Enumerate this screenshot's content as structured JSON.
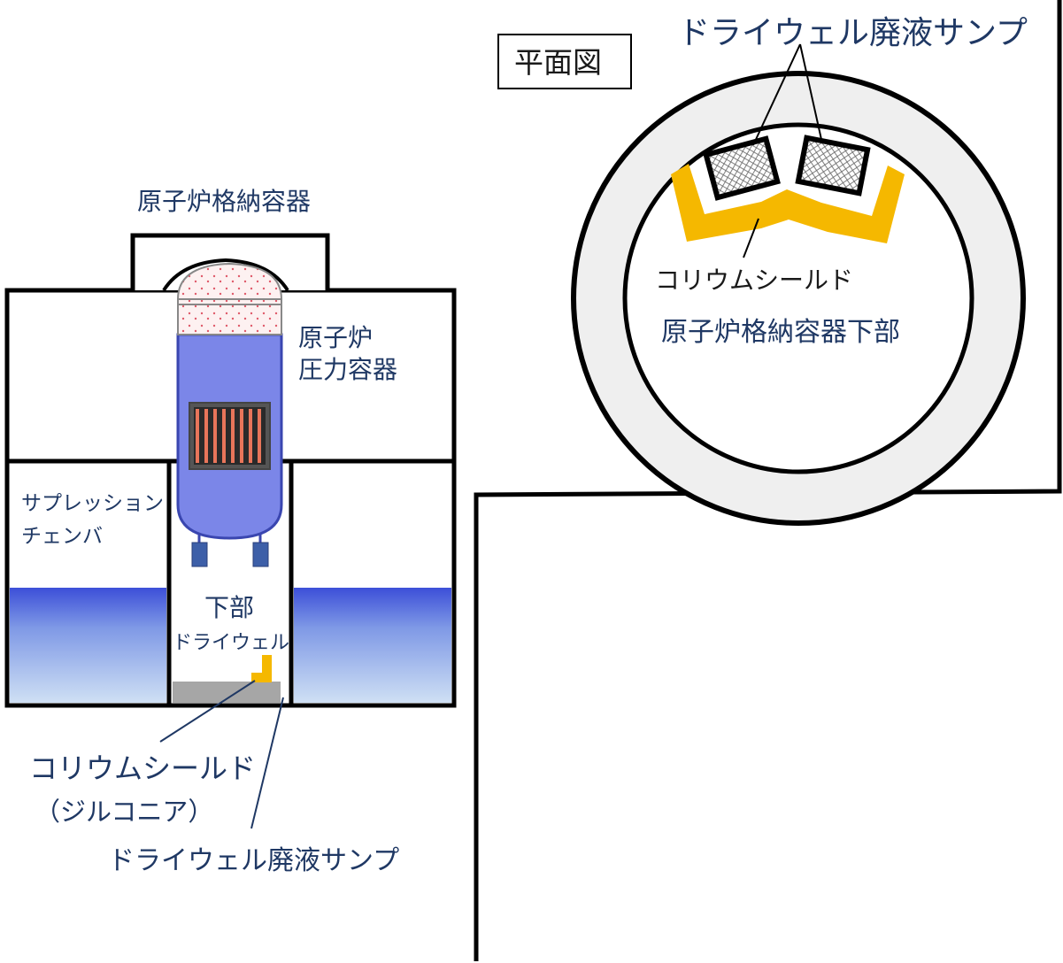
{
  "labels": {
    "containment_vessel": "原子炉格納容器",
    "rpv_line1": "原子炉",
    "rpv_line2": "圧力容器",
    "suppression_line1": "サプレッション",
    "suppression_line2": "チェンバ",
    "lower_drywell_line1": "下部",
    "lower_drywell_line2": "ドライウェル",
    "corium_shield_left": "コリウムシールド",
    "zirconia": "（ジルコニア）",
    "sump_left": "ドライウェル廃液サンプ",
    "plan_view": "平面図",
    "sump_top": "ドライウェル廃液サンプ",
    "corium_shield_plan": "コリウムシールド",
    "pcv_lower": "原子炉格納容器下部"
  },
  "colors": {
    "outline": "#000000",
    "vessel_body": "#7b86e8",
    "vessel_stroke": "#3a46b0",
    "core_fill": "#e8755a",
    "core_frame": "#555555",
    "support": "#3d5fa8",
    "water_top": "#3c4fd8",
    "water_bottom": "#cfe0f4",
    "corium_shield": "#f5b800",
    "floor": "#a6a6a6",
    "ring": "#efefef",
    "label_text": "#1f3864"
  },
  "icons": [
    "sump-hatch-icon"
  ]
}
